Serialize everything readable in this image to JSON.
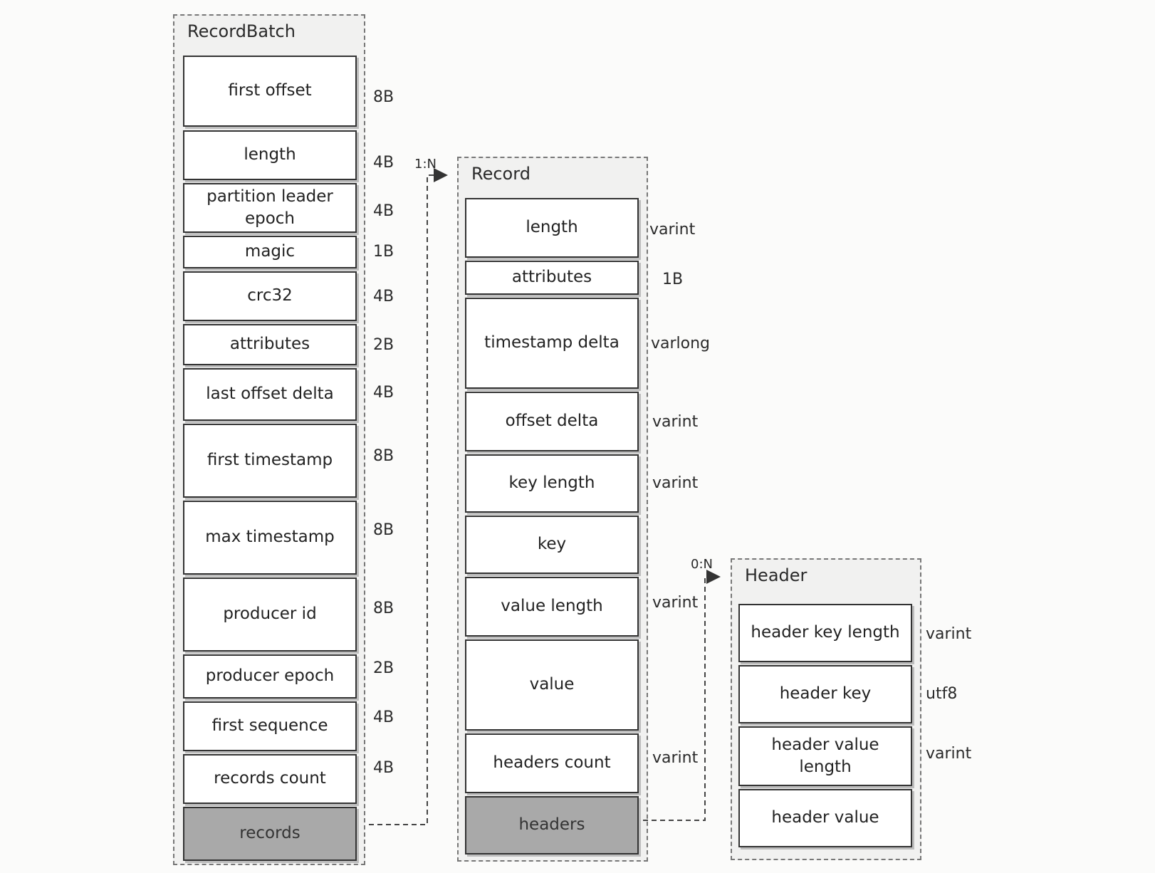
{
  "record_batch": {
    "title": "RecordBatch",
    "fields": [
      {
        "label": "first offset",
        "size": "8B"
      },
      {
        "label": "length",
        "size": "4B"
      },
      {
        "label": "partition leader epoch",
        "size": "4B"
      },
      {
        "label": "magic",
        "size": "1B"
      },
      {
        "label": "crc32",
        "size": "4B"
      },
      {
        "label": "attributes",
        "size": "2B"
      },
      {
        "label": "last offset delta",
        "size": "4B"
      },
      {
        "label": "first timestamp",
        "size": "8B"
      },
      {
        "label": "max timestamp",
        "size": "8B"
      },
      {
        "label": "producer id",
        "size": "8B"
      },
      {
        "label": "producer epoch",
        "size": "2B"
      },
      {
        "label": "first sequence",
        "size": "4B"
      },
      {
        "label": "records count",
        "size": "4B"
      },
      {
        "label": "records",
        "size": ""
      }
    ]
  },
  "record": {
    "title": "Record",
    "fields": [
      {
        "label": "length",
        "size": "varint"
      },
      {
        "label": "attributes",
        "size": "1B"
      },
      {
        "label": "timestamp delta",
        "size": "varlong"
      },
      {
        "label": "offset delta",
        "size": "varint"
      },
      {
        "label": "key length",
        "size": "varint"
      },
      {
        "label": "key",
        "size": ""
      },
      {
        "label": "value length",
        "size": "varint"
      },
      {
        "label": "value",
        "size": ""
      },
      {
        "label": "headers count",
        "size": "varint"
      },
      {
        "label": "headers",
        "size": ""
      }
    ]
  },
  "header": {
    "title": "Header",
    "fields": [
      {
        "label": "header key length",
        "size": "varint"
      },
      {
        "label": "header key",
        "size": "utf8"
      },
      {
        "label": "header value length",
        "size": "varint"
      },
      {
        "label": "header value",
        "size": ""
      }
    ]
  },
  "relations": {
    "batch_to_record": "1:N",
    "record_to_header": "0:N"
  },
  "colors": {
    "field_fill": "#ffffff",
    "highlight_fill": "#a9a9a9",
    "group_fill": "#f1f1f0"
  }
}
